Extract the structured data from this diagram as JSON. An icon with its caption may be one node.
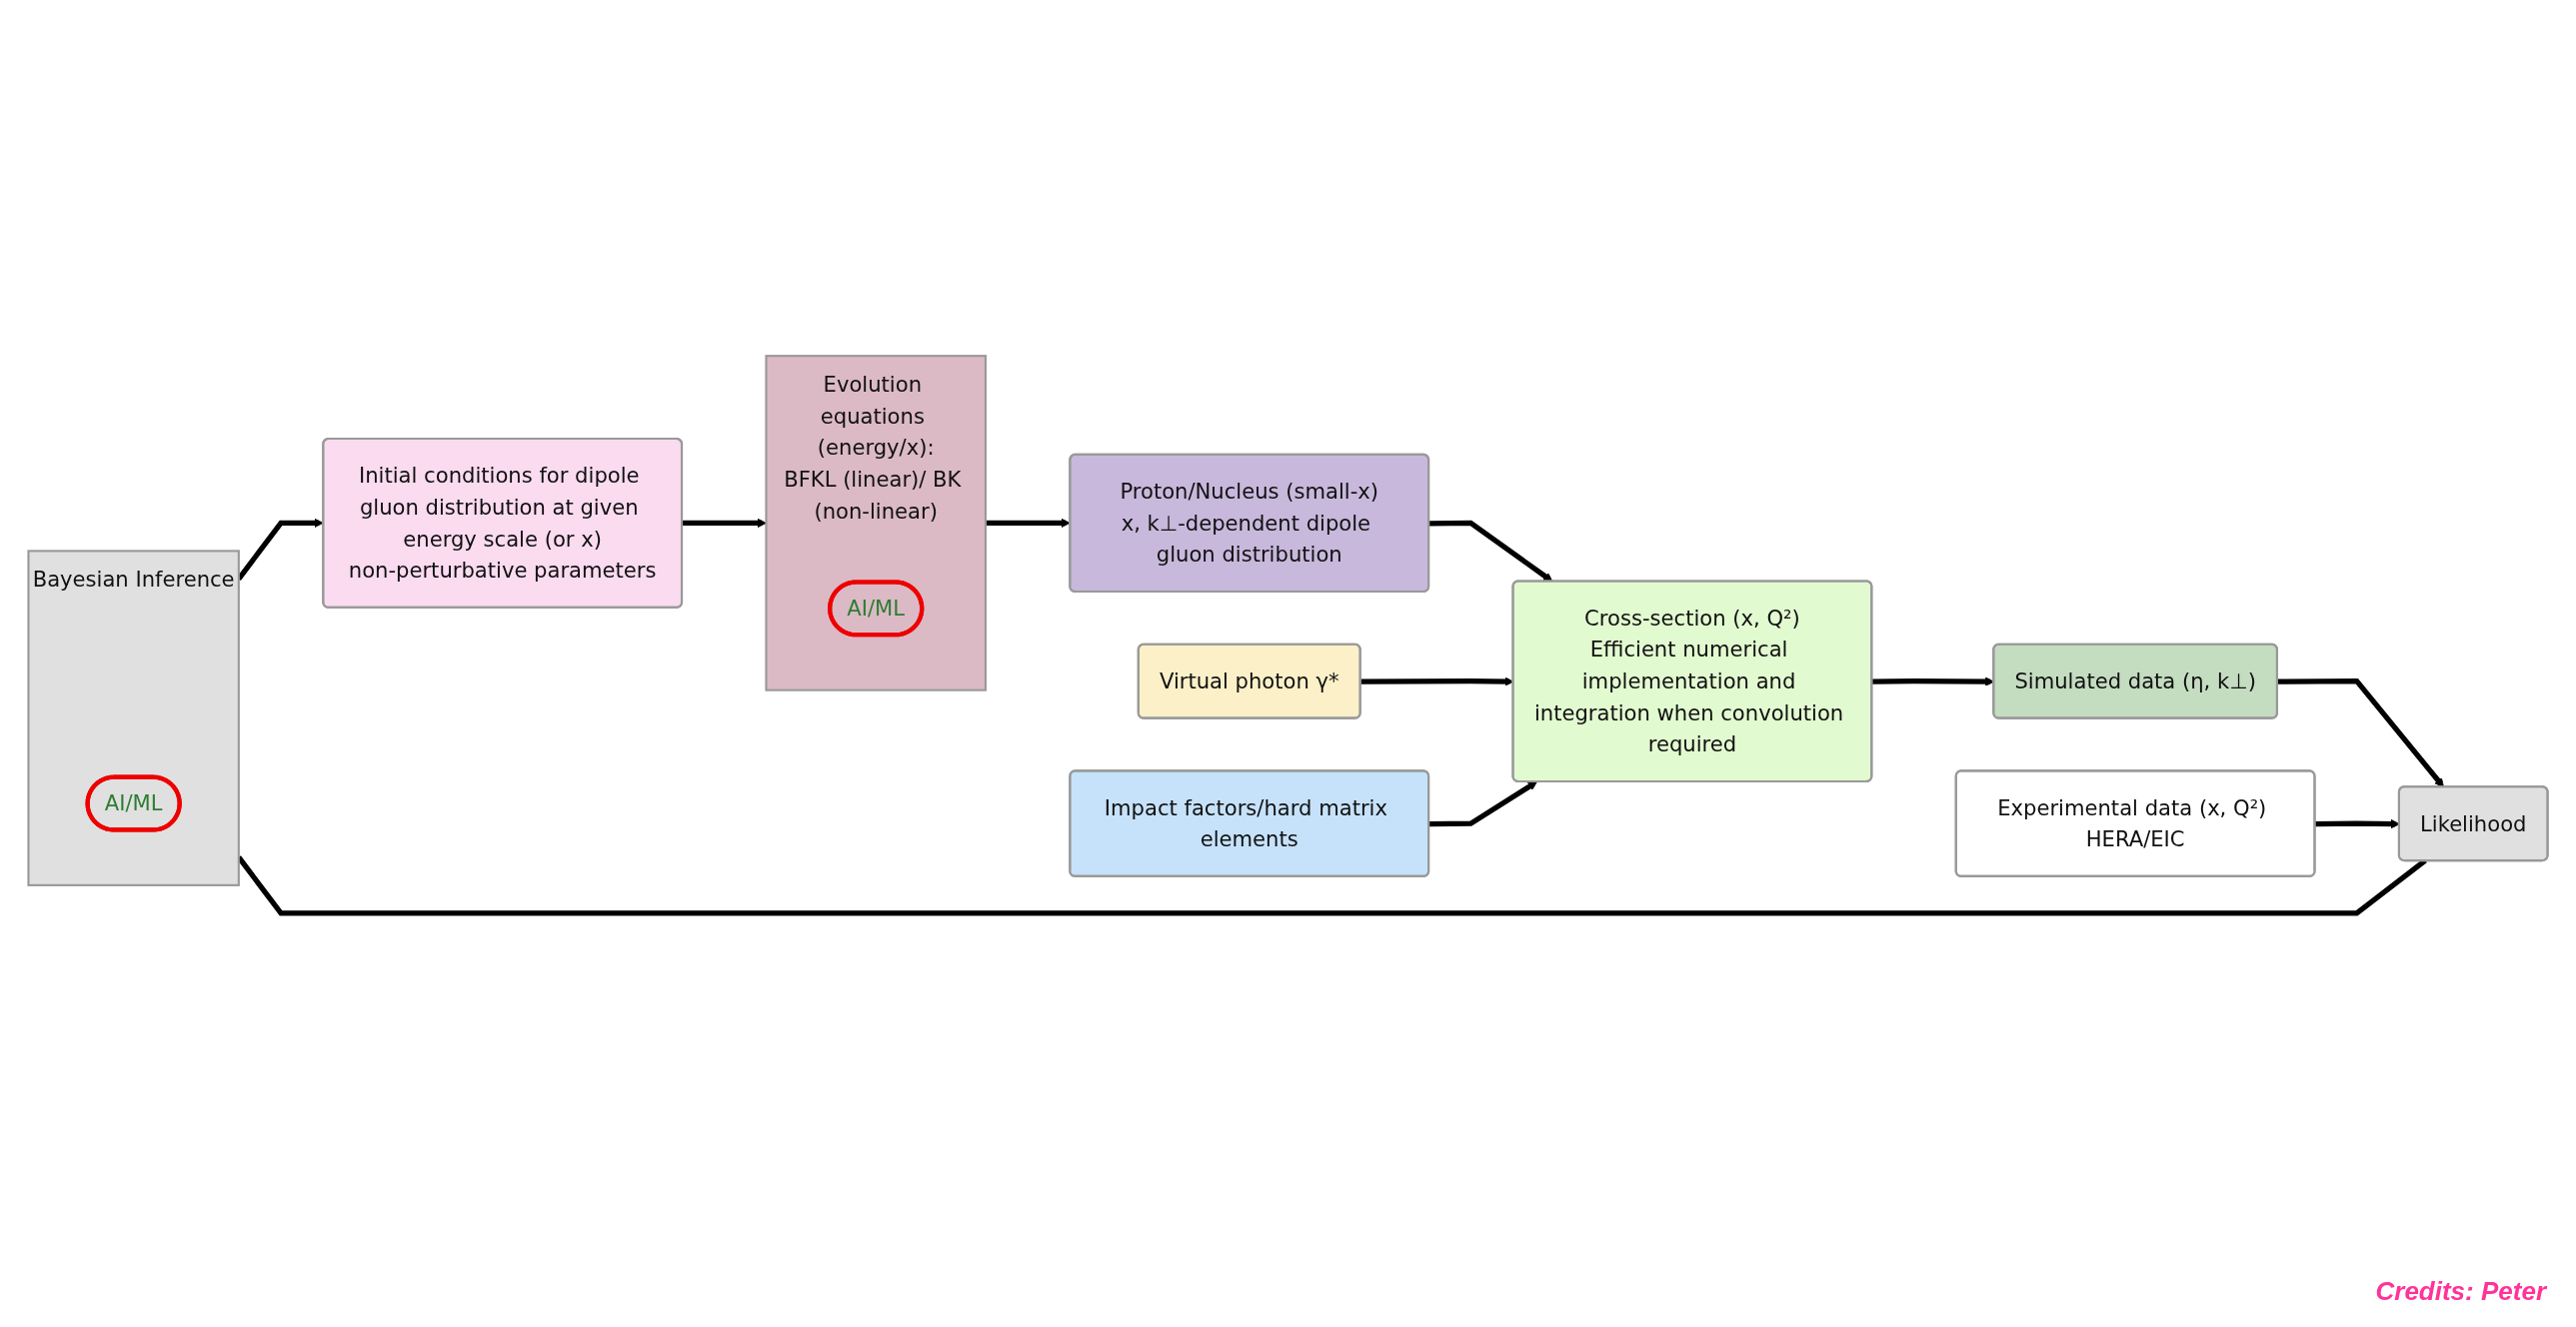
{
  "diagram": {
    "nodes": [
      {
        "text": [
          "Initial conditions for dipole gluon distribution at given energy scale (or x)",
          "non-perturbative parameters"
        ]
      },
      {
        "text": [
          "Evolution equations (energy/x):",
          "BFKL (linear)/ BK (non-linear)"
        ]
      },
      {
        "text": [
          "AI/ML"
        ],
        "in": 1
      },
      {
        "text": [
          "Proton/Nucleus (small-x)",
          "x, k⊥-dependent dipole gluon distribution"
        ]
      },
      {
        "text": [
          "Virtual photon γ*"
        ]
      },
      {
        "text": [
          "Cross-section (x, Q²)",
          "Efficient numerical implementation and integration when convolution required"
        ]
      },
      {
        "text": [
          "Impact factors/hard matrix elements"
        ]
      },
      {
        "text": [
          "Bayesian Inference"
        ]
      },
      {
        "text": [
          "AI/ML"
        ],
        "in": 7
      },
      {
        "text": [
          "Experimental data (x, Q²) HERA/EIC"
        ]
      },
      {
        "text": [
          "Likelihood"
        ]
      },
      {
        "text": [
          "Simulated data (η, k⊥)"
        ]
      }
    ],
    "edges": [
      {
        "from": 7,
        "to": 0,
        "arrow": "to"
      },
      {
        "from": 0,
        "to": 1,
        "arrow": "to"
      },
      {
        "from": 1,
        "to": 3,
        "arrow": "to"
      },
      {
        "from": 3,
        "to": 5,
        "arrow": "to"
      },
      {
        "from": 4,
        "to": 5,
        "arrow": "to"
      },
      {
        "from": 6,
        "to": 5,
        "arrow": "to"
      },
      {
        "from": 5,
        "to": 11,
        "arrow": "to"
      },
      {
        "from": 11,
        "to": 10,
        "arrow": "to"
      },
      {
        "from": 9,
        "to": 10,
        "arrow": "to"
      },
      {
        "from": 7,
        "to": 10,
        "arrow": "none"
      }
    ],
    "labels": [
      "Credits: Peter"
    ]
  }
}
